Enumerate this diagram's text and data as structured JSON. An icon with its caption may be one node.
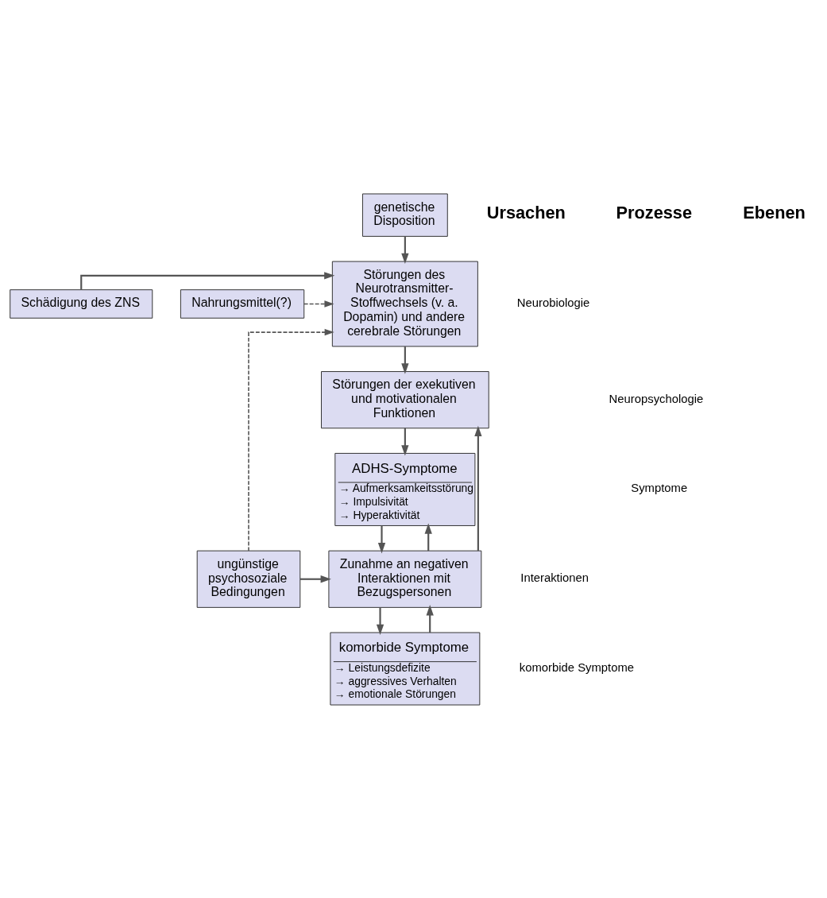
{
  "diagram": {
    "nodes": [
      {
        "text": [
          "genetische Disposition"
        ]
      },
      {
        "text": [
          "Schädigung des ZNS"
        ]
      },
      {
        "text": [
          "Nahrungsmittel(?)"
        ]
      },
      {
        "text": [
          "Störungen des Neurotransmitter-Stoffwechsels (v. a. Dopamin) und andere cerebrale Störungen"
        ]
      },
      {
        "text": [
          "Störungen der exekutiven und motivationalen Funktionen"
        ]
      },
      {
        "text": [
          "ADHS-Symptome",
          "→ Aufmerksamkeitsstörung",
          "→ Impulsivität",
          "→ Hyperaktivität"
        ]
      },
      {
        "text": [
          "Zunahme an negativen Interaktionen mit Bezugspersonen"
        ]
      },
      {
        "text": [
          "ungünstige psychosoziale Bedingungen"
        ]
      },
      {
        "text": [
          "komorbide Symptome",
          "→ Leistungsdefizite",
          "→ aggressives Verhalten",
          "→ emotionale Störungen"
        ]
      }
    ],
    "edges": [
      {
        "from": 0,
        "to": 3,
        "arrow": "to"
      },
      {
        "from": 1,
        "to": 3,
        "arrow": "to"
      },
      {
        "from": 2,
        "to": 3,
        "arrow": "to",
        "style": "dashed"
      },
      {
        "from": 7,
        "to": 3,
        "arrow": "to",
        "style": "dashed"
      },
      {
        "from": 3,
        "to": 4,
        "arrow": "to"
      },
      {
        "from": 4,
        "to": 5,
        "arrow": "to"
      },
      {
        "from": 5,
        "to": 6,
        "arrow": "to"
      },
      {
        "from": 7,
        "to": 6,
        "arrow": "to"
      },
      {
        "from": 6,
        "to": 8,
        "arrow": "to"
      },
      {
        "from": 6,
        "to": 4,
        "arrow": "to"
      },
      {
        "from": 6,
        "to": 5,
        "arrow": "to"
      },
      {
        "from": 8,
        "to": 6,
        "arrow": "to"
      }
    ],
    "labels": [
      "Ursachen",
      "Prozesse",
      "Ebenen",
      "Neurobiologie",
      "Neuropsychologie",
      "Symptome",
      "Interaktionen",
      "komorbide Symptome"
    ]
  }
}
